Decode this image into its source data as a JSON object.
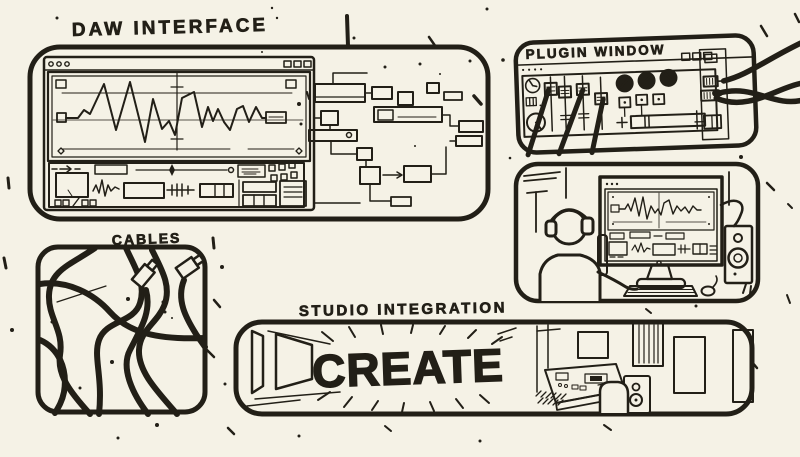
{
  "palette": {
    "paper": "#f5f2e6",
    "ink": "#221f17"
  },
  "labels": {
    "daw_panel": "DAW INTERFACE",
    "plugin_panel": "PLUGIN WINDOW",
    "cables_panel": "CABLES",
    "studio_panel": "STUDIO INTEGRATION",
    "studio_headline": "CREATE"
  }
}
